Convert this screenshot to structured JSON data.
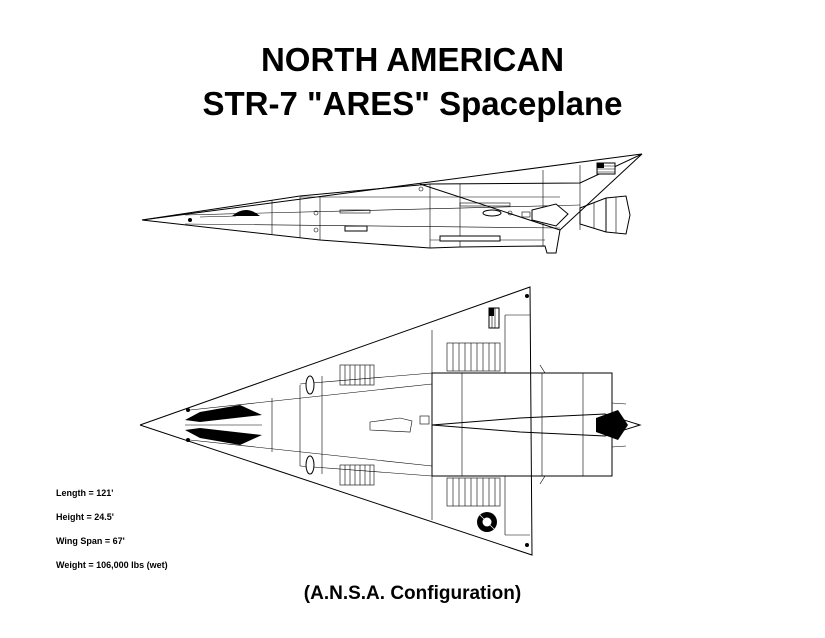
{
  "header": {
    "line1": "NORTH AMERICAN",
    "line2": "STR-7 \"ARES\" Spaceplane"
  },
  "specs": [
    "Length = 121'",
    "Height = 24.5'",
    "Wing Span = 67'",
    "Weight = 106,000 lbs (wet)"
  ],
  "configuration": "(A.N.S.A. Configuration)",
  "icons": {
    "flag": "us-flag-icon",
    "insignia": "ansa-insignia-icon"
  }
}
